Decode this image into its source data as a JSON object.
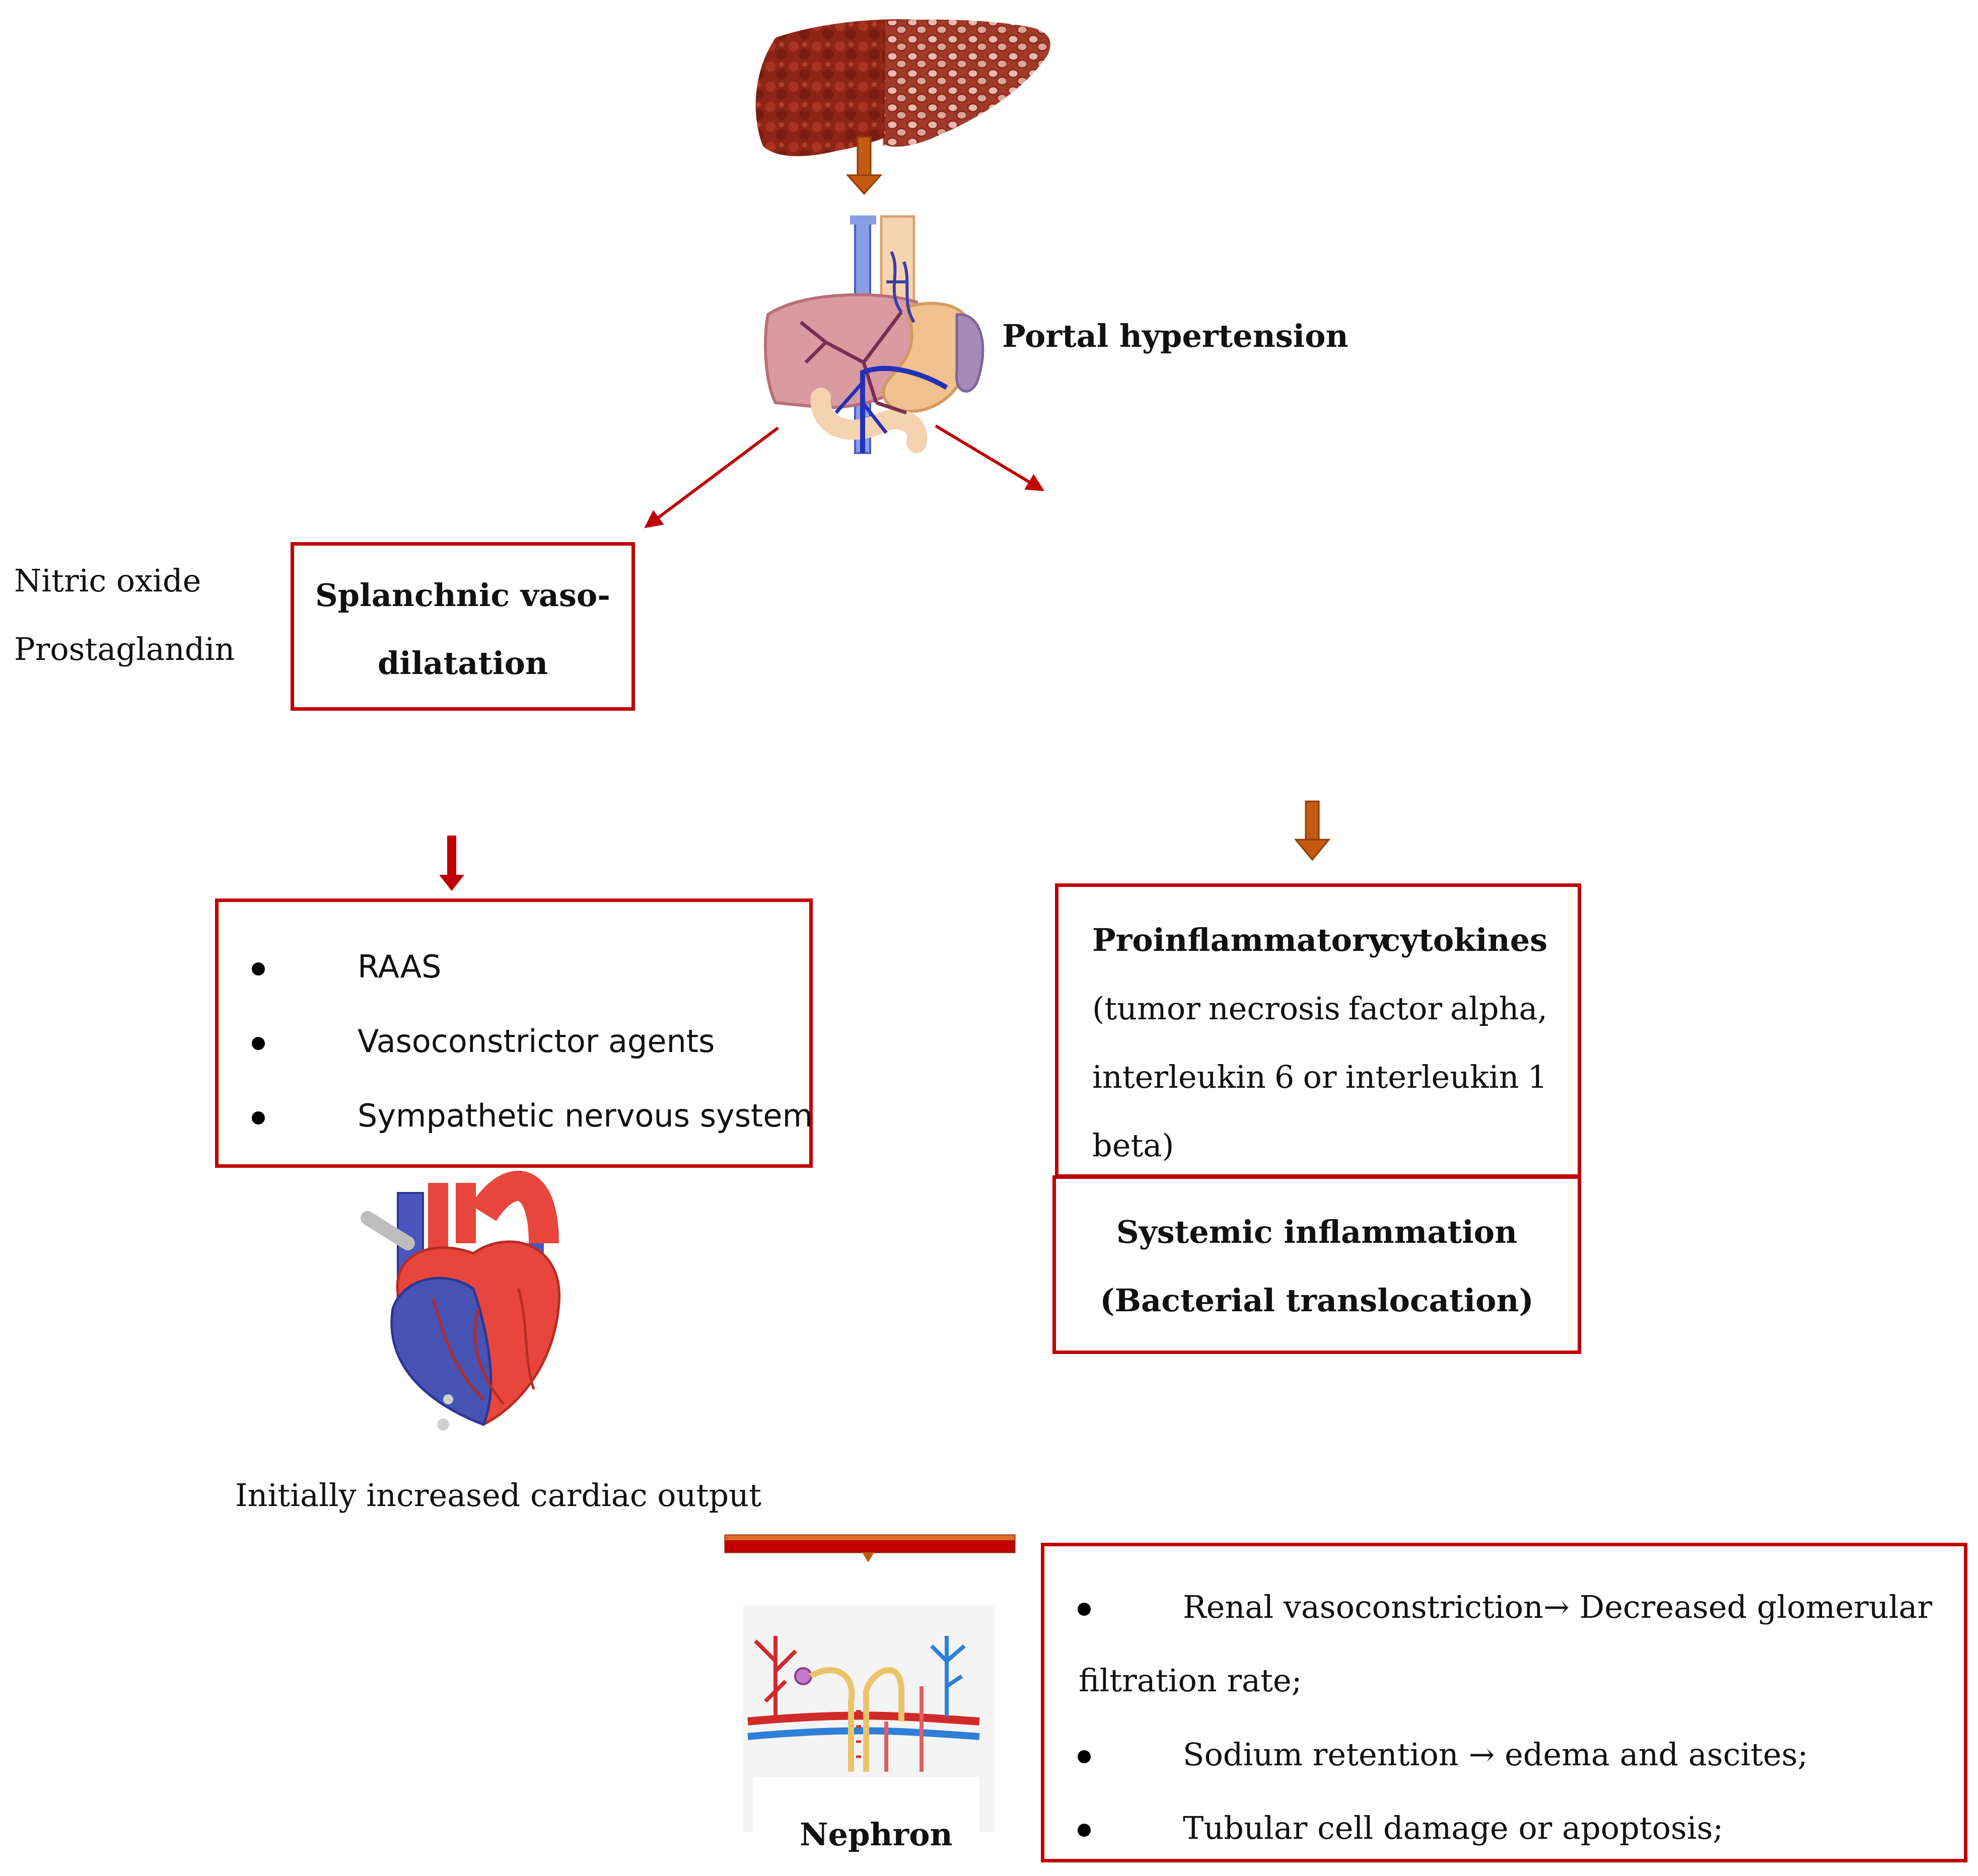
{
  "portal_hypertension": "Portal hypertension",
  "mediators": [
    "Nitric oxide",
    "Prostaglandin"
  ],
  "splanchnic": [
    "Splanchnic vaso-",
    "dilatation"
  ],
  "neurohormonal": {
    "items": [
      "RAAS",
      "Vasoconstrictor agents",
      "Sympathetic nervous system"
    ]
  },
  "cytokines": {
    "title_left": "Proinflammatory",
    "title_right": "cytokines",
    "lines": [
      [
        "(tumor",
        "necrosis",
        "factor",
        "alpha,"
      ],
      [
        "interleukin",
        "6",
        "or",
        "interleukin",
        "1"
      ]
    ],
    "last_line": "beta)"
  },
  "systemic": [
    "Systemic inflammation",
    "(Bacterial translocation)"
  ],
  "cardiac_caption": "Initially increased cardiac output",
  "nephron_label": "Nephron",
  "renal": {
    "item1_line1": "Renal vasoconstriction→ Decreased glomerular",
    "item1_line2": "filtration rate;",
    "item2": "Sodium retention → edema and ascites;",
    "item3": "Tubular cell damage or apoptosis;"
  },
  "colors": {
    "box_border": "#c00000",
    "arrow_dark_red": "#c00000",
    "arrow_orange": "#c55a11"
  }
}
